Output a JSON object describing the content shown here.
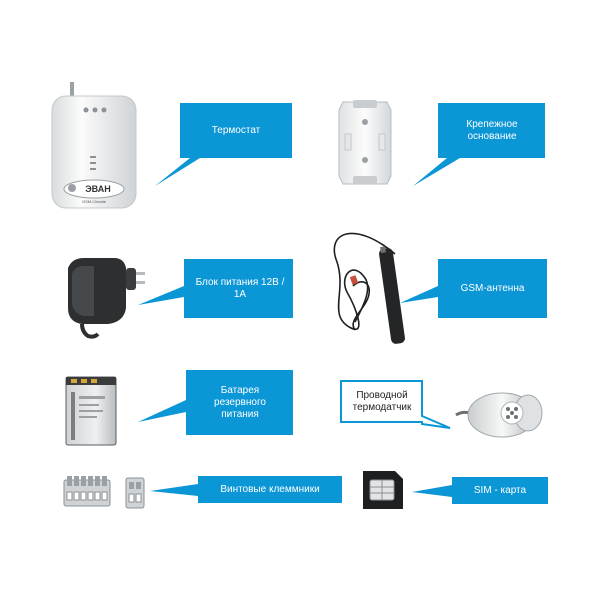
{
  "colors": {
    "accent": "#0b96d6",
    "background": "#ffffff"
  },
  "components": [
    {
      "icon": "gsm-thermostat-unit",
      "label": "Термостат",
      "brand": "ЭВАН",
      "model": "GSM-Climate"
    },
    {
      "icon": "mounting-base",
      "label": "Крепежное основание"
    },
    {
      "icon": "power-adapter",
      "label": "Блок питания 12В / 1А"
    },
    {
      "icon": "gsm-antenna",
      "label": "GSM-антенна"
    },
    {
      "icon": "backup-battery",
      "label": "Батарея резервного питания"
    },
    {
      "icon": "wired-temperature-sensor",
      "label": "Проводной термодатчик"
    },
    {
      "icon": "screw-terminals",
      "label": "Винтовые клеммники"
    },
    {
      "icon": "sim-card",
      "label": "SIM - карта"
    }
  ]
}
